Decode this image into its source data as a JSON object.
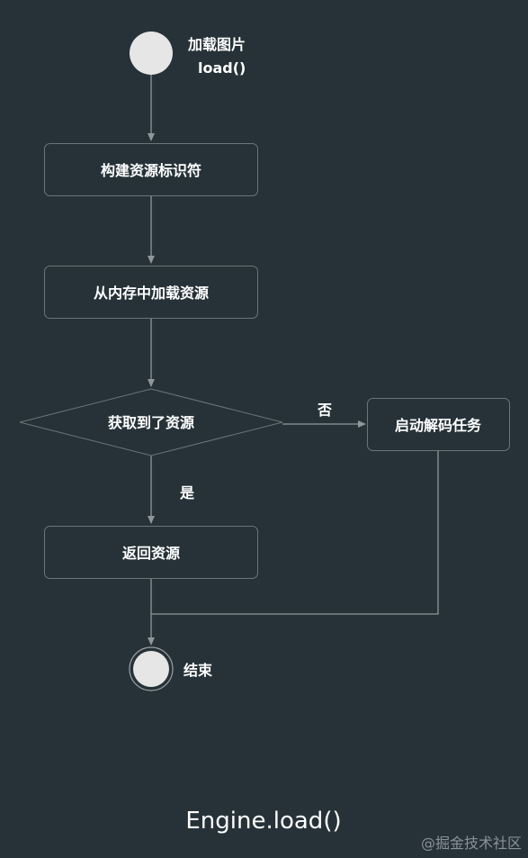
{
  "diagram": {
    "start": {
      "line1": "加载图片",
      "line2": "load()"
    },
    "steps": {
      "build_key": "构建资源标识符",
      "load_memory": "从内存中加载资源",
      "decision": "获取到了资源",
      "decode_job": "启动解码任务",
      "return_resource": "返回资源"
    },
    "edge_labels": {
      "no": "否",
      "yes": "是"
    },
    "end": "结束"
  },
  "caption": "Engine.load()",
  "watermark": "@掘金技术社区",
  "colors": {
    "background": "#263238",
    "node_fill": "#263238",
    "node_stroke": "#6b7579",
    "edge": "#8f979b",
    "terminal_fill": "#e6e6e6",
    "text": "#ffffff"
  }
}
